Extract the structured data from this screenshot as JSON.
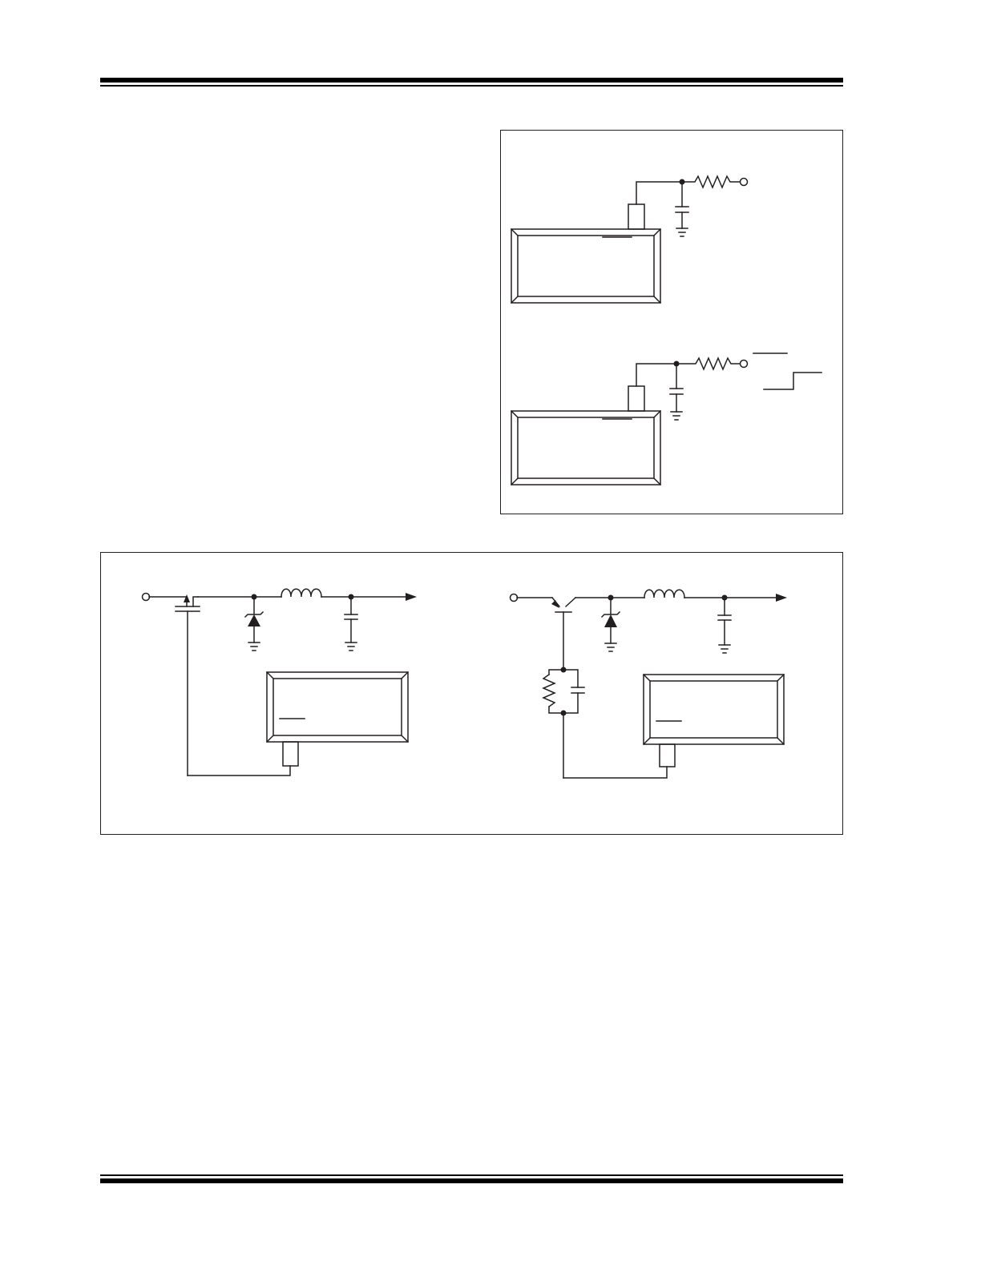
{
  "colors": {
    "ink": "#231f20",
    "rule": "#000000",
    "background": "#ffffff"
  },
  "header": {},
  "figures": [
    {
      "id": "input-filter-circuits",
      "parts": [
        "ic-box-top",
        "ic-pin-top",
        "rc-filter-top",
        "ic-box-bottom",
        "ic-pin-bottom",
        "rc-filter-bottom",
        "step-waveform"
      ]
    },
    {
      "id": "buck-converter-circuits",
      "parts": [
        "pmos-buck-stage",
        "ic-box-left",
        "pnp-buck-stage",
        "rc-network",
        "ic-box-right"
      ]
    }
  ],
  "footer": {}
}
